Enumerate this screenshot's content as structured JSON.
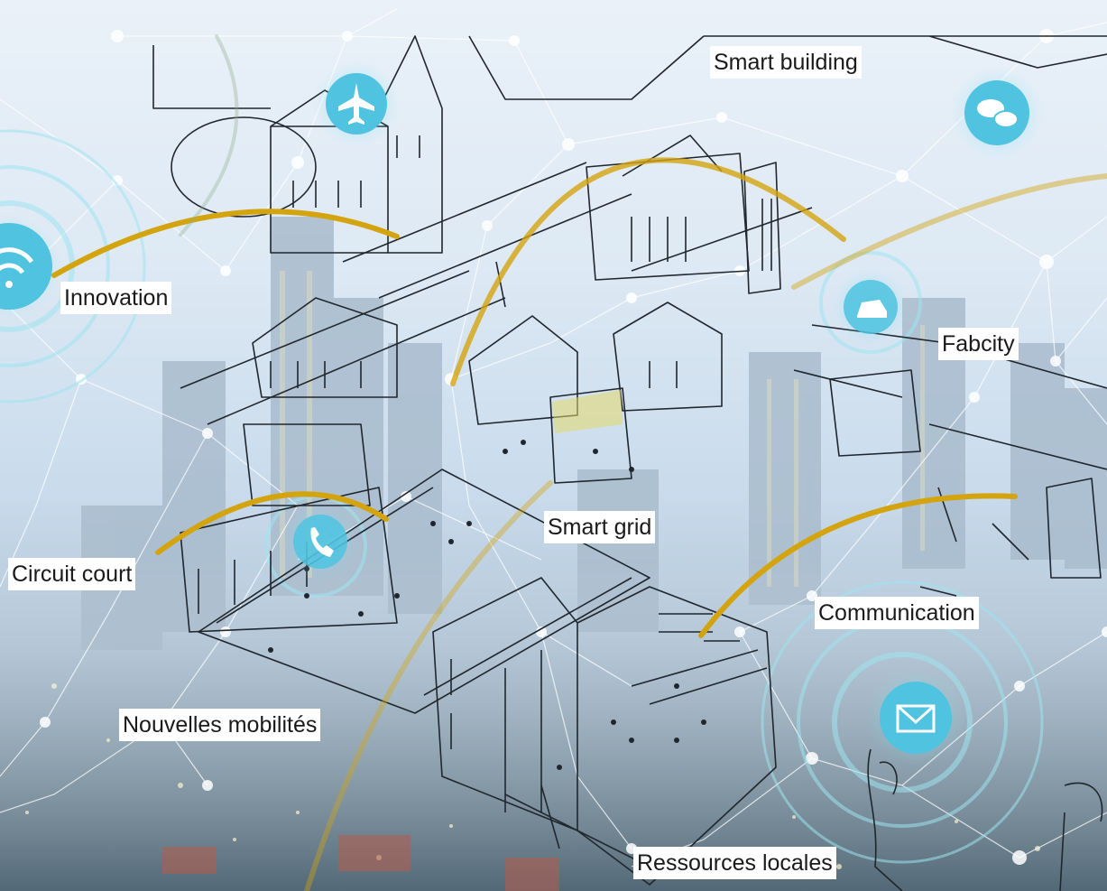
{
  "labels": {
    "innovation": "Innovation",
    "smart_building": "Smart building",
    "fabcity": "Fabcity",
    "circuit_court": "Circuit court",
    "smart_grid": "Smart grid",
    "communication": "Communication",
    "nouvelles_mobilites": "Nouvelles mobilités",
    "ressources_locales": "Ressources locales"
  },
  "icons": [
    "airplane-icon",
    "chat-bubbles-icon",
    "wifi-icon",
    "car-icon",
    "envelope-icon",
    "phone-icon"
  ],
  "colors": {
    "arc_gold": "#d4a40f",
    "network_line": "#ffffff",
    "icon_cyan": "#4fc3e0",
    "sky_top": "#eaf1f9",
    "city_bottom": "#7d93a2"
  }
}
